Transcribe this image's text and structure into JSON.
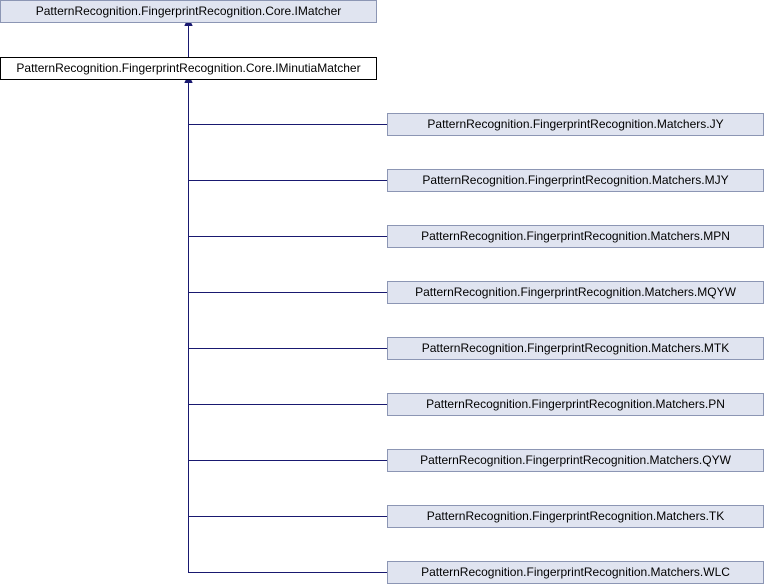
{
  "diagram": {
    "base": {
      "label": "PatternRecognition.FingerprintRecognition.Core.IMatcher"
    },
    "self": {
      "label": "PatternRecognition.FingerprintRecognition.Core.IMinutiaMatcher"
    },
    "children": [
      {
        "label": "PatternRecognition.FingerprintRecognition.Matchers.JY"
      },
      {
        "label": "PatternRecognition.FingerprintRecognition.Matchers.MJY"
      },
      {
        "label": "PatternRecognition.FingerprintRecognition.Matchers.MPN"
      },
      {
        "label": "PatternRecognition.FingerprintRecognition.Matchers.MQYW"
      },
      {
        "label": "PatternRecognition.FingerprintRecognition.Matchers.MTK"
      },
      {
        "label": "PatternRecognition.FingerprintRecognition.Matchers.PN"
      },
      {
        "label": "PatternRecognition.FingerprintRecognition.Matchers.QYW"
      },
      {
        "label": "PatternRecognition.FingerprintRecognition.Matchers.TK"
      },
      {
        "label": "PatternRecognition.FingerprintRecognition.Matchers.WLC"
      }
    ],
    "colors": {
      "edge": "#191970",
      "node_fill": "#e0e4f0",
      "node_border": "#8c96b4",
      "self_fill": "#ffffff",
      "self_border": "#000000"
    }
  }
}
